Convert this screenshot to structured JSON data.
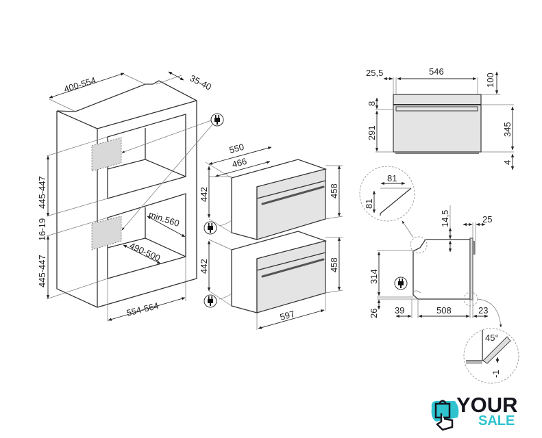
{
  "dims": {
    "cabinet_width_top": "400-554",
    "cabinet_depth_gap": "35-40",
    "upper_niche_height": "445-447",
    "gap_height": "16-19",
    "lower_niche_height": "445-447",
    "niche_depth_min": "min.560",
    "niche_inner_depth": "490-500",
    "niche_width": "554-564",
    "oven_depth": "550",
    "oven_body_depth": "466",
    "oven_body_height_upper": "442",
    "oven_front_height_upper": "458",
    "oven_body_height_lower": "442",
    "oven_front_height_lower": "458",
    "oven_width": "597",
    "front_offset": "25,5",
    "front_inner_width": "546",
    "top_to_handle": "100",
    "handle_thickness": "8",
    "handle_to_bottom": "291",
    "front_lower_height": "345",
    "bottom_gap": "4",
    "chamfer_w": "81",
    "chamfer_h": "81",
    "top_offset": "14,5",
    "handle_depth": "25",
    "side_height": "314",
    "base_height": "26",
    "rear_offset": "39",
    "side_depth": "508",
    "door_depth": "23",
    "door_angle": "45°",
    "door_drop": "-1"
  },
  "icons": [
    "power-plug-icon"
  ],
  "logo": {
    "line1": "YOUR",
    "line2": "SALE",
    "colors": {
      "dark": "#15151e",
      "accent": "#2ec3cf"
    }
  }
}
